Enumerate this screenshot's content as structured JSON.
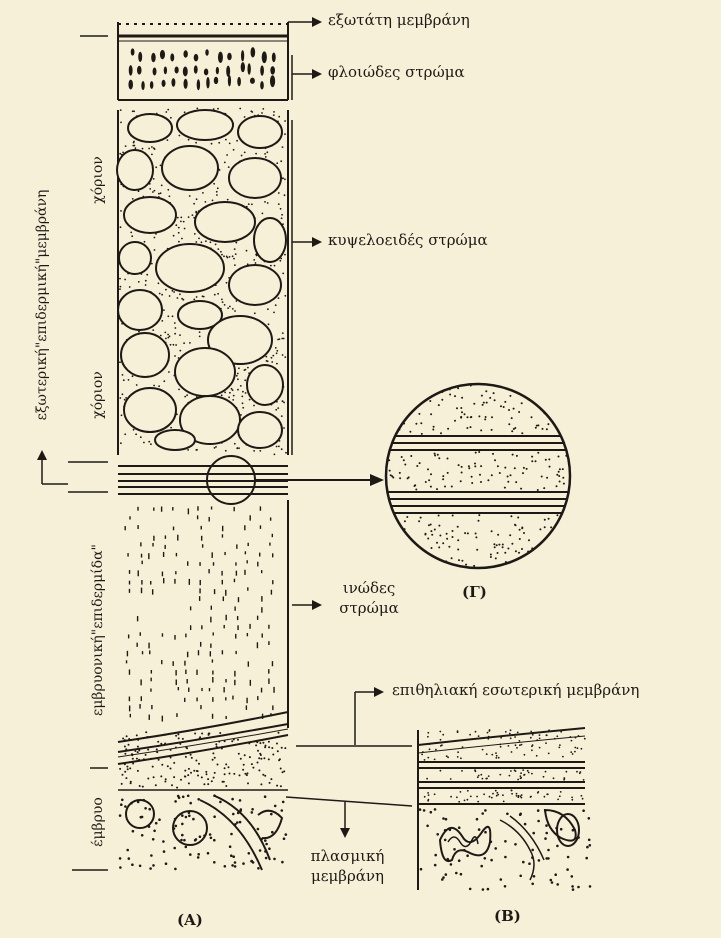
{
  "labels": {
    "outermost_membrane": "εξωτάτη μεμβράνη",
    "cortical_layer": "φλοιώδες στρώμα",
    "alveolar_layer": "κυψελοειδές στρώμα",
    "fibrous_layer_line1": "ινώδες",
    "fibrous_layer_line2": "στρώμα",
    "inner_epithelial_membrane": "επιθηλιακή εσωτερική μεμβράνη",
    "plasma_membrane_line1": "πλασμική",
    "plasma_membrane_line2": "μεμβράνη",
    "chorion_upper": "χόριον",
    "chorion_lower": "χόριον",
    "outer_epidermal_membrane": "εξωτερική\"επιδερμική\"μεμβράνη",
    "embryonic_epidermis": "εμβρυονική\"επιδερμίδα\"",
    "embryo": "έμβρυο",
    "panel_a": "(A)",
    "panel_b": "(B)",
    "panel_g": "(Γ)"
  },
  "colors": {
    "paper": "#f7f0d8",
    "ink": "#1d1a16"
  }
}
